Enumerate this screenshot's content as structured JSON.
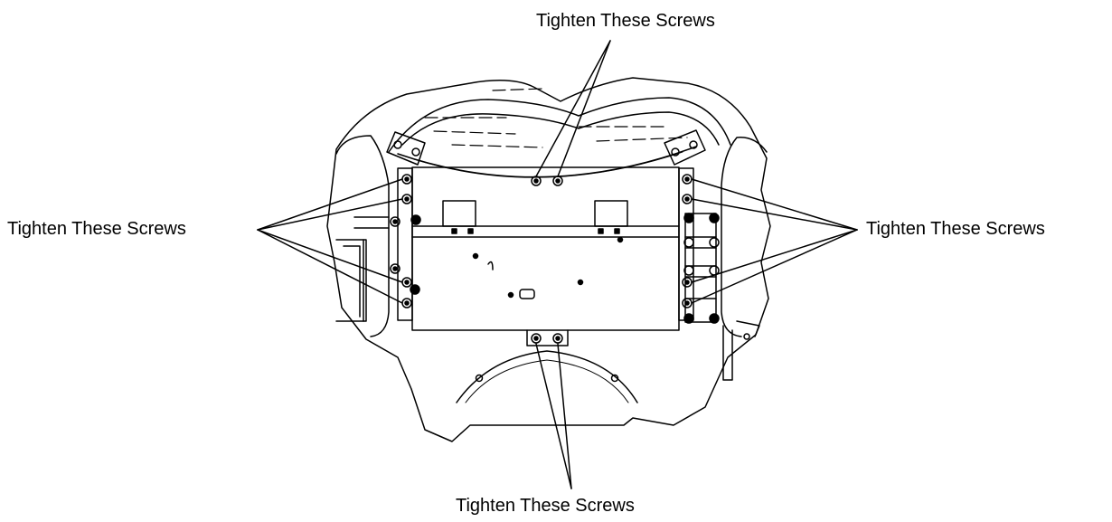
{
  "diagram": {
    "callouts": {
      "top": "Tighten These Screws",
      "left": "Tighten These Screws",
      "right": "Tighten These Screws",
      "bottom": "Tighten These Screws"
    },
    "colors": {
      "ink": "#000000",
      "background": "#ffffff"
    }
  }
}
